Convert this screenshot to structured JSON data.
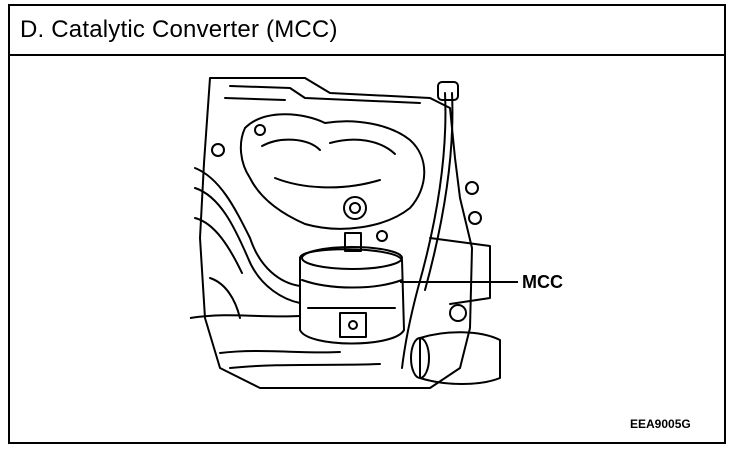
{
  "header": {
    "title": "D. Catalytic Converter (MCC)"
  },
  "figure": {
    "callout_label": "MCC",
    "figure_code": "EEA9005G"
  }
}
